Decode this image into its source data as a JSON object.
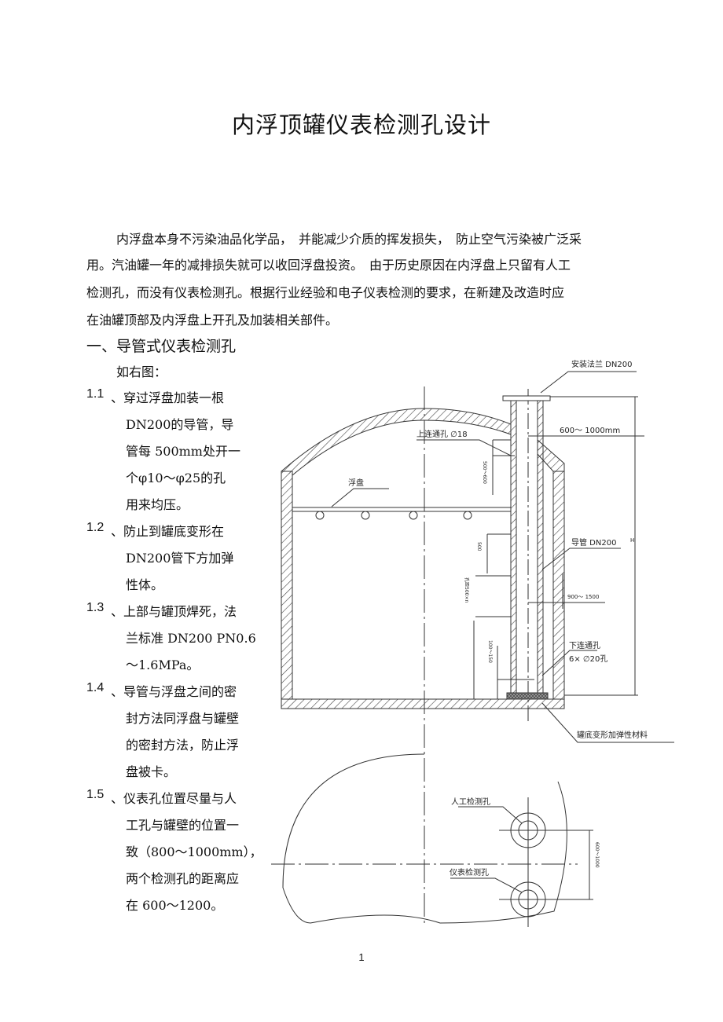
{
  "title": "内浮顶罐仪表检测孔设计",
  "intro": [
    "内浮盘本身不污染油品化学品，　并能减少介质的挥发损失，　防止空气污染被广泛采",
    "用。汽油罐一年的减排损失就可以收回浮盘投资。　由于历史原因在内浮盘上只留有人工",
    "检测孔，而没有仪表检测孔。根据行业经验和电子仪表检测的要求，在新建及改造时应",
    "在油罐顶部及内浮盘上开孔及加装相关部件。"
  ],
  "section1": "一、导管式仪表检测孔",
  "see_right": "如右图：",
  "items": [
    {
      "num": "1.1",
      "lines": [
        "、穿过浮盘加装一根",
        "DN200的导管，导",
        "管每 500mm处开一",
        "个φ10～φ25的孔",
        "用来均压。"
      ]
    },
    {
      "num": "1.2",
      "lines": [
        "、防止到罐底变形在",
        "DN200管下方加弹",
        "性体。"
      ]
    },
    {
      "num": "1.3",
      "lines": [
        "、上部与罐顶焊死，法",
        "兰标准  DN200 PN0.6",
        "～1.6MPa。"
      ]
    },
    {
      "num": "1.4",
      "lines": [
        "、导管与浮盘之间的密",
        "封方法同浮盘与罐壁",
        "的密封方法，防止浮",
        "盘被卡。"
      ]
    },
    {
      "num": "1.5",
      "lines": [
        "、仪表孔位置尽量与人",
        "工孔与罐壁的位置一",
        "致（800～1000mm），",
        "两个检测孔的距离应",
        "在 600～1200。"
      ]
    }
  ],
  "diagram": {
    "flange": "安装法兰 DN200",
    "upper_hole": "上连通孔 ∅18",
    "dist1": "600～  1000mm",
    "float": "浮盘",
    "guide": "导管 DN200",
    "dist2": "900～   1500",
    "lower_hole": "下连通孔",
    "lower_hole_spec": "6×  ∅20孔",
    "bottom": "罐底变形加弹性材料",
    "manual": "人工检测孔",
    "instrument": "仪表检测孔",
    "dim_v": "600～1000",
    "dim_a": "500～600",
    "dim_b": "100～150",
    "dim_c": "500",
    "dim_d": "孔距500×n",
    "dim_h": "H"
  },
  "page_number": "1"
}
